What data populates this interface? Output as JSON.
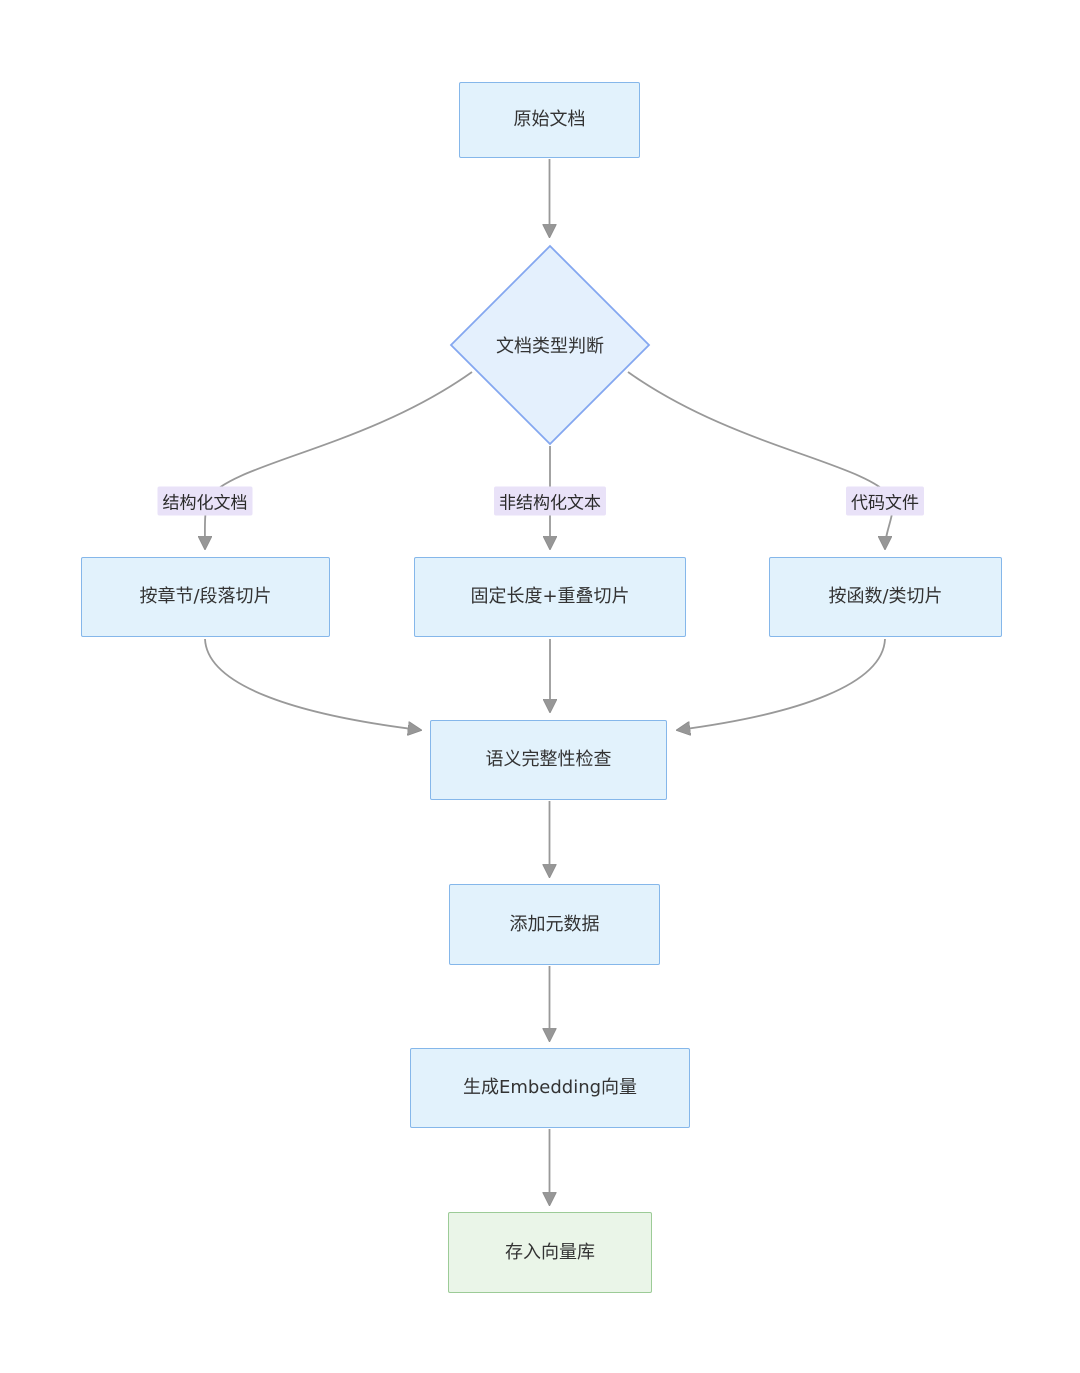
{
  "flowchart": {
    "nodes": {
      "source_doc": {
        "label": "原始文档"
      },
      "decision": {
        "label": "文档类型判断"
      },
      "chapter_slice": {
        "label": "按章节/段落切片"
      },
      "fixed_slice": {
        "label": "固定长度+重叠切片"
      },
      "function_slice": {
        "label": "按函数/类切片"
      },
      "semantic_check": {
        "label": "语义完整性检查"
      },
      "add_metadata": {
        "label": "添加元数据"
      },
      "embedding": {
        "label": "生成Embedding向量"
      },
      "vector_store": {
        "label": "存入向量库"
      }
    },
    "edge_labels": {
      "structured": "结构化文档",
      "unstructured": "非结构化文本",
      "code": "代码文件"
    },
    "colors": {
      "node_fill": "#e2f2fc",
      "node_border": "#85b7ea",
      "decision_fill": "#e4f0fd",
      "decision_border": "#84a7f0",
      "terminal_fill": "#eaf5e8",
      "terminal_border": "#9ccb97",
      "edge_label_bg": "#e9e2f8",
      "edge": "#999999",
      "text": "#333333",
      "bg": "#ffffff"
    }
  }
}
